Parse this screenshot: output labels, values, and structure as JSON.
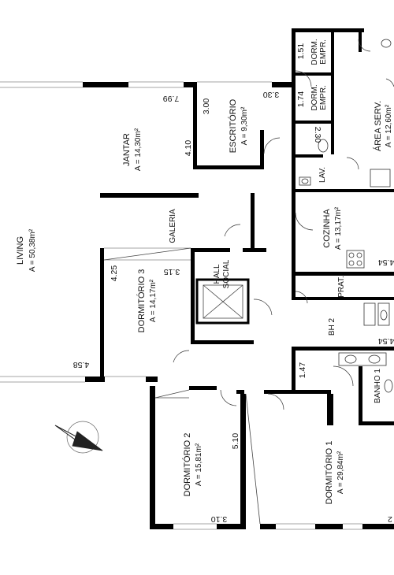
{
  "rooms": {
    "living": {
      "name": "LIVING",
      "area": "A = 50,38m²"
    },
    "jantar": {
      "name": "JANTAR",
      "area": "A = 14,30m²"
    },
    "escritorio": {
      "name": "ESCRITÓRIO",
      "area": "A = 9,30m²"
    },
    "dorm_empr_1": {
      "name": "DORM.\nEMPR."
    },
    "dorm_empr_2": {
      "name": "DORM.\nEMPR."
    },
    "area_serv": {
      "name": "ÁREA SERV.",
      "area": "A = 12,60m²"
    },
    "lav": {
      "name": "LAV."
    },
    "cozinha": {
      "name": "COZINHA",
      "area": "A = 13,17m²"
    },
    "galeria": {
      "name": "GALERIA"
    },
    "hall_social": {
      "name": "HALL\nSOCIAL"
    },
    "prat": {
      "name": "PRAT."
    },
    "dormitorio_3": {
      "name": "DORMITÓRIO 3",
      "area": "A = 14,17m²"
    },
    "bh2": {
      "name": "BH 2"
    },
    "banho1": {
      "name": "BANHO 1"
    },
    "dormitorio_2": {
      "name": "DORMITÓRIO 2",
      "area": "A = 15,81m²"
    },
    "dormitorio_1": {
      "name": "DORMITÓRIO 1",
      "area": "A = 29,84m²"
    }
  },
  "dims": {
    "d_1_51": "1.51",
    "d_1_74": "1.74",
    "d_2_30": "2.30",
    "d_7_99": "7.99",
    "d_3_00": "3.00",
    "d_3_30": "3.30",
    "d_4_10": "4.10",
    "d_3_15": "3.15",
    "d_4_25": "4.25",
    "d_4_58": "4.58",
    "d_4_54a": "4.54",
    "d_4_54b": "4.54",
    "d_1_47": "1.47",
    "d_5_10": "5.10",
    "d_3_10": "3.10",
    "d_2": "2"
  }
}
